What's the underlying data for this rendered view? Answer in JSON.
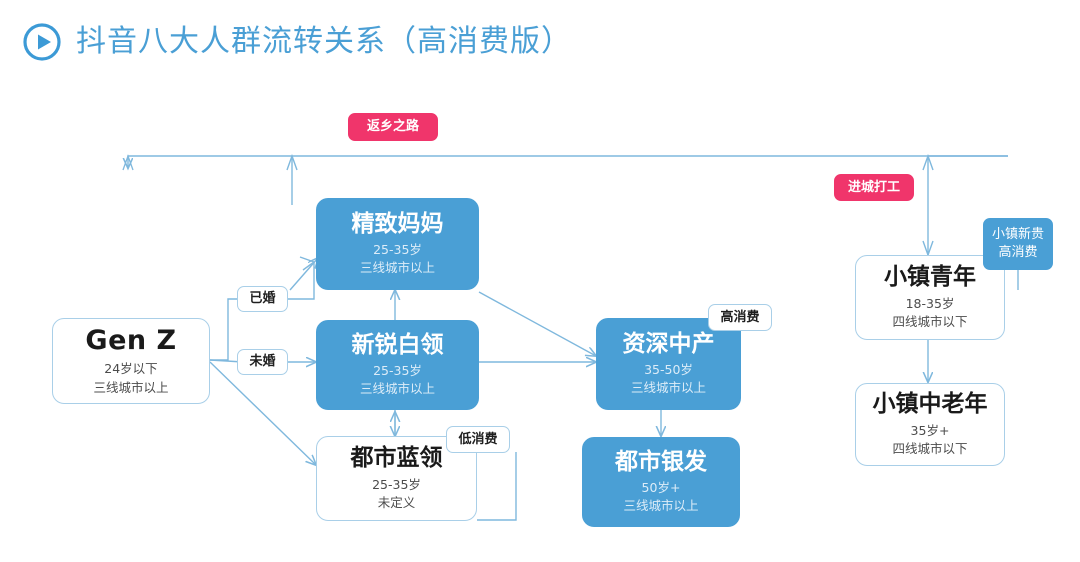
{
  "header": {
    "icon": "play-circle-icon",
    "title": "抖音八大人群流转关系（高消费版）",
    "accent_color": "#4a9fd5"
  },
  "colors": {
    "blue": "#4a9fd5",
    "blue_border": "#a9cfe8",
    "pink": "#f0356b",
    "line": "#7fb8dd",
    "text_dark": "#1a1a1a",
    "background": "#ffffff"
  },
  "nodes": [
    {
      "id": "gen-z",
      "title": "Gen Z",
      "age": "24岁以下",
      "region": "三线城市以上",
      "style": "hollow"
    },
    {
      "id": "exquisite-mom",
      "title": "精致妈妈",
      "age": "25-35岁",
      "region": "三线城市以上",
      "style": "solid"
    },
    {
      "id": "new-collar",
      "title": "新锐白领",
      "age": "25-35岁",
      "region": "三线城市以上",
      "style": "solid"
    },
    {
      "id": "blue-collar",
      "title": "都市蓝领",
      "age": "25-35岁",
      "region": "未定义",
      "style": "hollow"
    },
    {
      "id": "senior-middle",
      "title": "资深中产",
      "age": "35-50岁",
      "region": "三线城市以上",
      "style": "solid"
    },
    {
      "id": "urban-silver",
      "title": "都市银发",
      "age": "50岁+",
      "region": "三线城市以上",
      "style": "solid"
    },
    {
      "id": "town-youth",
      "title": "小镇青年",
      "age": "18-35岁",
      "region": "四线城市以下",
      "style": "hollow"
    },
    {
      "id": "town-elder",
      "title": "小镇中老年",
      "age": "35岁+",
      "region": "四线城市以下",
      "style": "hollow"
    }
  ],
  "badges": [
    {
      "id": "return-home",
      "label": "返乡之路",
      "style": "pink"
    },
    {
      "id": "work-in-city",
      "label": "进城打工",
      "style": "pink"
    },
    {
      "id": "married",
      "label": "已婚",
      "style": "white"
    },
    {
      "id": "unmarried",
      "label": "未婚",
      "style": "white"
    },
    {
      "id": "low-consume",
      "label": "低消费",
      "style": "white"
    },
    {
      "id": "high-consume",
      "label": "高消费",
      "style": "white"
    },
    {
      "id": "town-newrich-1",
      "label": "小镇新贵",
      "style": "blue"
    },
    {
      "id": "town-newrich-2",
      "label": "高消费",
      "style": "blue"
    }
  ]
}
